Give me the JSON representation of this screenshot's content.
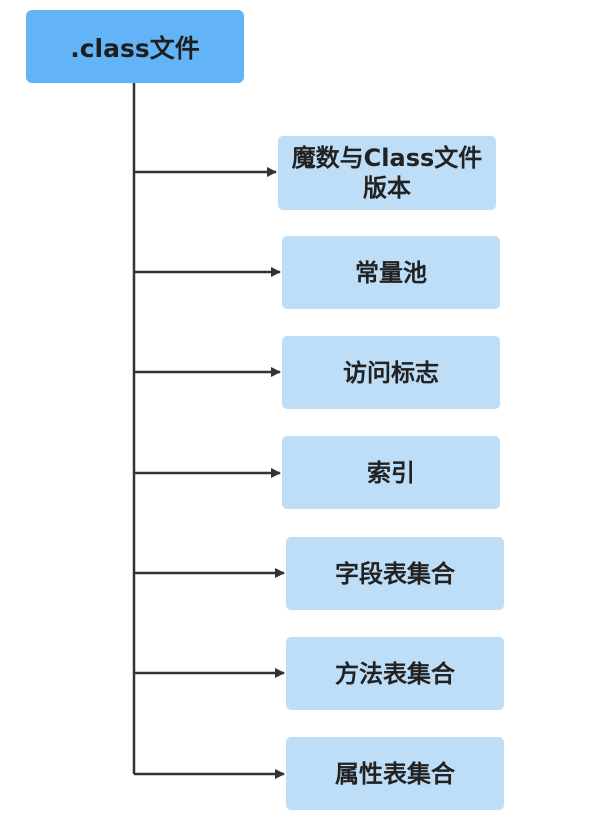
{
  "root": {
    "label": ".class文件"
  },
  "children": [
    {
      "label": "魔数与Class文件版本"
    },
    {
      "label": "常量池"
    },
    {
      "label": "访问标志"
    },
    {
      "label": "索引"
    },
    {
      "label": "字段表集合"
    },
    {
      "label": "方法表集合"
    },
    {
      "label": "属性表集合"
    }
  ],
  "colors": {
    "root_fill": "#63b4f7",
    "child_fill": "#bedef8",
    "line": "#333333"
  }
}
